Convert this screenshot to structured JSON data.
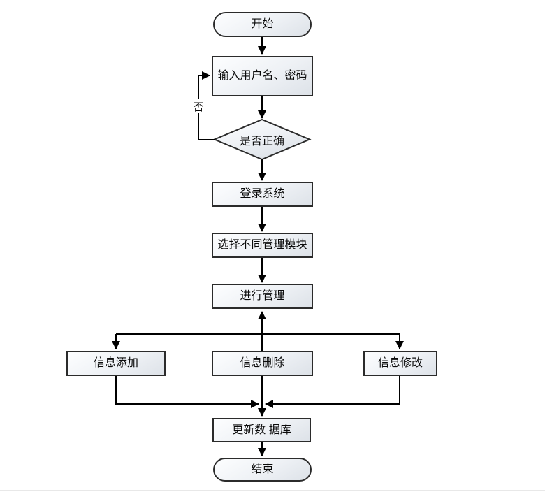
{
  "page": {
    "background": "#ffffff",
    "bottom_rule_color": "#e8e8e8"
  },
  "flowchart": {
    "nodes": {
      "start": {
        "type": "terminator",
        "label": "开始"
      },
      "input": {
        "type": "process",
        "label": "输入用户名、密码"
      },
      "decision": {
        "type": "decision",
        "label": "是否正确"
      },
      "login": {
        "type": "process",
        "label": "登录系统"
      },
      "select_module": {
        "type": "process",
        "label": "选择不同管理模块"
      },
      "manage": {
        "type": "process",
        "label": "进行管理"
      },
      "info_add": {
        "type": "process",
        "label": "信息添加"
      },
      "info_delete": {
        "type": "process",
        "label": "信息删除"
      },
      "info_modify": {
        "type": "process",
        "label": "信息修改"
      },
      "update_db": {
        "type": "process",
        "label": "更新数 据库"
      },
      "end": {
        "type": "terminator",
        "label": "结束"
      }
    },
    "edge_labels": {
      "decision_no": "否"
    },
    "colors": {
      "node_border": "#2b2b2b",
      "connector": "#000000",
      "node_fill_top": "#fdfeff",
      "node_fill_bottom": "#dde2e8",
      "text": "#0a0a0a"
    }
  }
}
